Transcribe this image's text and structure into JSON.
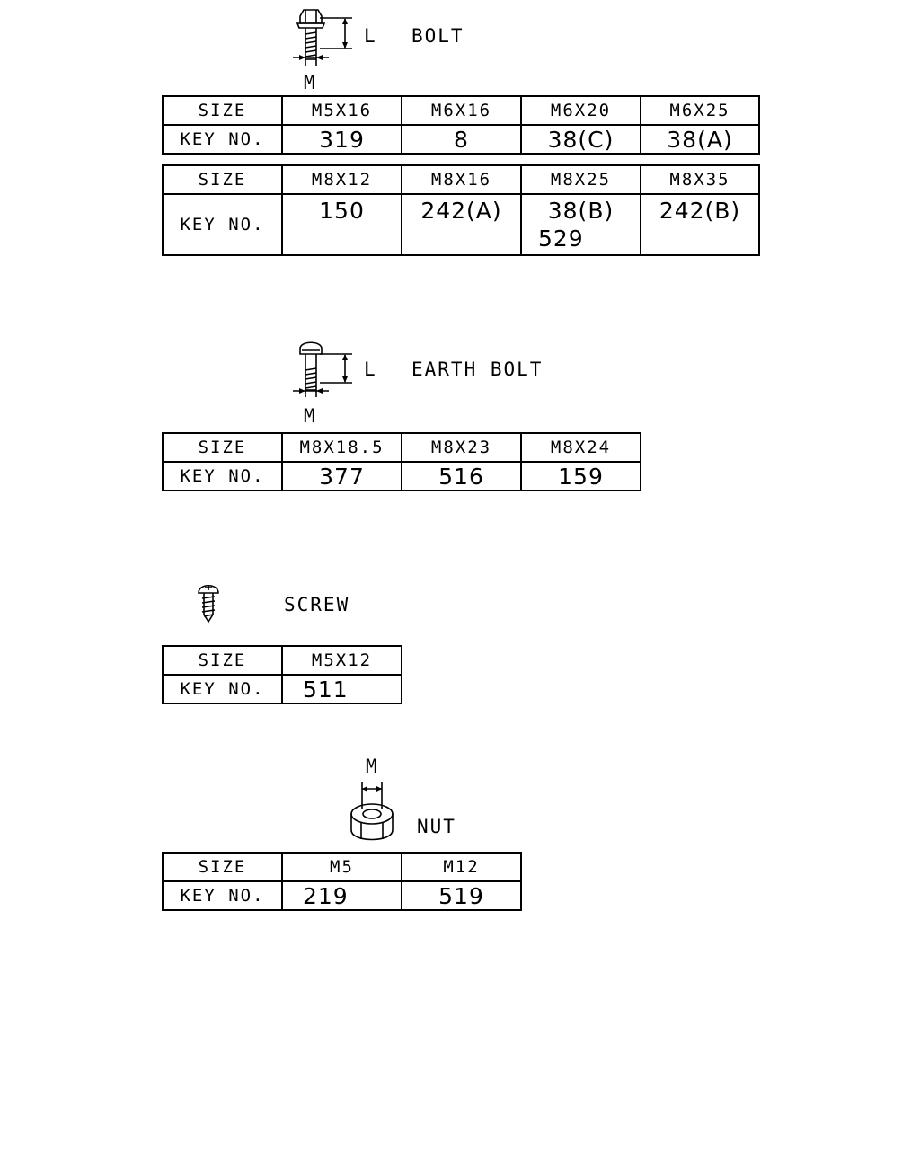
{
  "bolt": {
    "icon": "flange-bolt-icon",
    "dim_l": "L",
    "dim_m": "M",
    "title": "BOLT",
    "table1": {
      "size_label": "SIZE",
      "key_label": "KEY NO.",
      "sizes": [
        "M5X16",
        "M6X16",
        "M6X20",
        "M6X25"
      ],
      "keys": [
        "319",
        "8",
        "38(C)",
        "38(A)"
      ]
    },
    "table2": {
      "size_label": "SIZE",
      "key_label": "KEY NO.",
      "sizes": [
        "M8X12",
        "M8X16",
        "M8X25",
        "M8X35"
      ],
      "keys": [
        [
          "150"
        ],
        [
          "242(A)"
        ],
        [
          "38(B)",
          "529"
        ],
        [
          "242(B)"
        ]
      ]
    }
  },
  "earth_bolt": {
    "icon": "hex-bolt-icon",
    "dim_l": "L",
    "dim_m": "M",
    "title": "EARTH BOLT",
    "table": {
      "size_label": "SIZE",
      "key_label": "KEY NO.",
      "sizes": [
        "M8X18.5",
        "M8X23",
        "M8X24"
      ],
      "keys": [
        "377",
        "516",
        "159"
      ]
    }
  },
  "screw": {
    "icon": "tapping-screw-icon",
    "title": "SCREW",
    "table": {
      "size_label": "SIZE",
      "key_label": "KEY NO.",
      "sizes": [
        "M5X12"
      ],
      "keys": [
        "511"
      ]
    }
  },
  "nut": {
    "icon": "nut-icon",
    "dim_m": "M",
    "title": "NUT",
    "table": {
      "size_label": "SIZE",
      "key_label": "KEY NO.",
      "sizes": [
        "M5",
        "M12"
      ],
      "keys": [
        "219",
        "519"
      ]
    }
  }
}
